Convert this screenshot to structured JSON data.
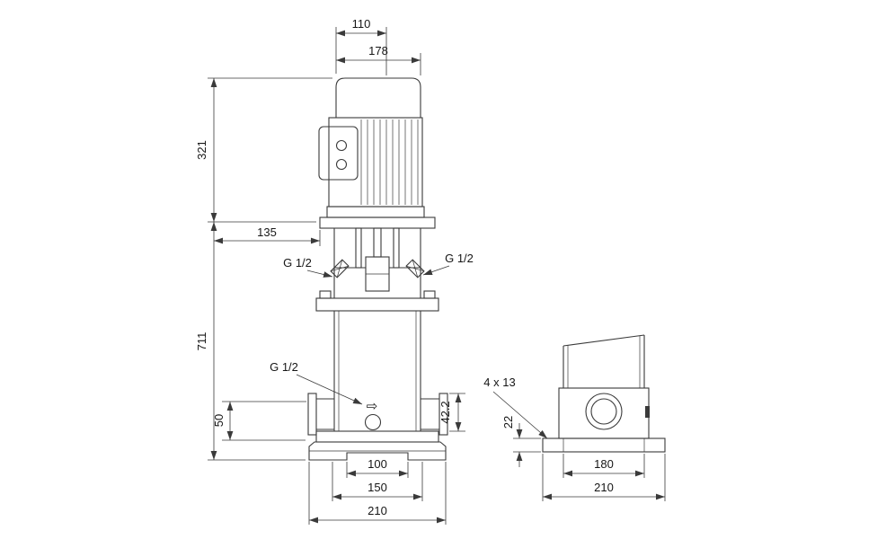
{
  "drawing": {
    "labels": {
      "dim_110": "110",
      "dim_178": "178",
      "dim_321": "321",
      "dim_135": "135",
      "dim_711": "711",
      "dim_50": "50",
      "dim_42_2": "42.2",
      "dim_22": "22",
      "dim_100": "100",
      "dim_150": "150",
      "dim_210_front": "210",
      "dim_180": "180",
      "dim_210_side": "210",
      "bolt_holes": "4 x 13",
      "port_top_left": "G 1/2",
      "port_top_right": "G 1/2",
      "port_drain": "G 1/2"
    },
    "icons": {
      "flow_arrow": "⇨"
    },
    "colors": {
      "line": "#3a3a3a",
      "text": "#161616",
      "background": "#ffffff"
    }
  }
}
